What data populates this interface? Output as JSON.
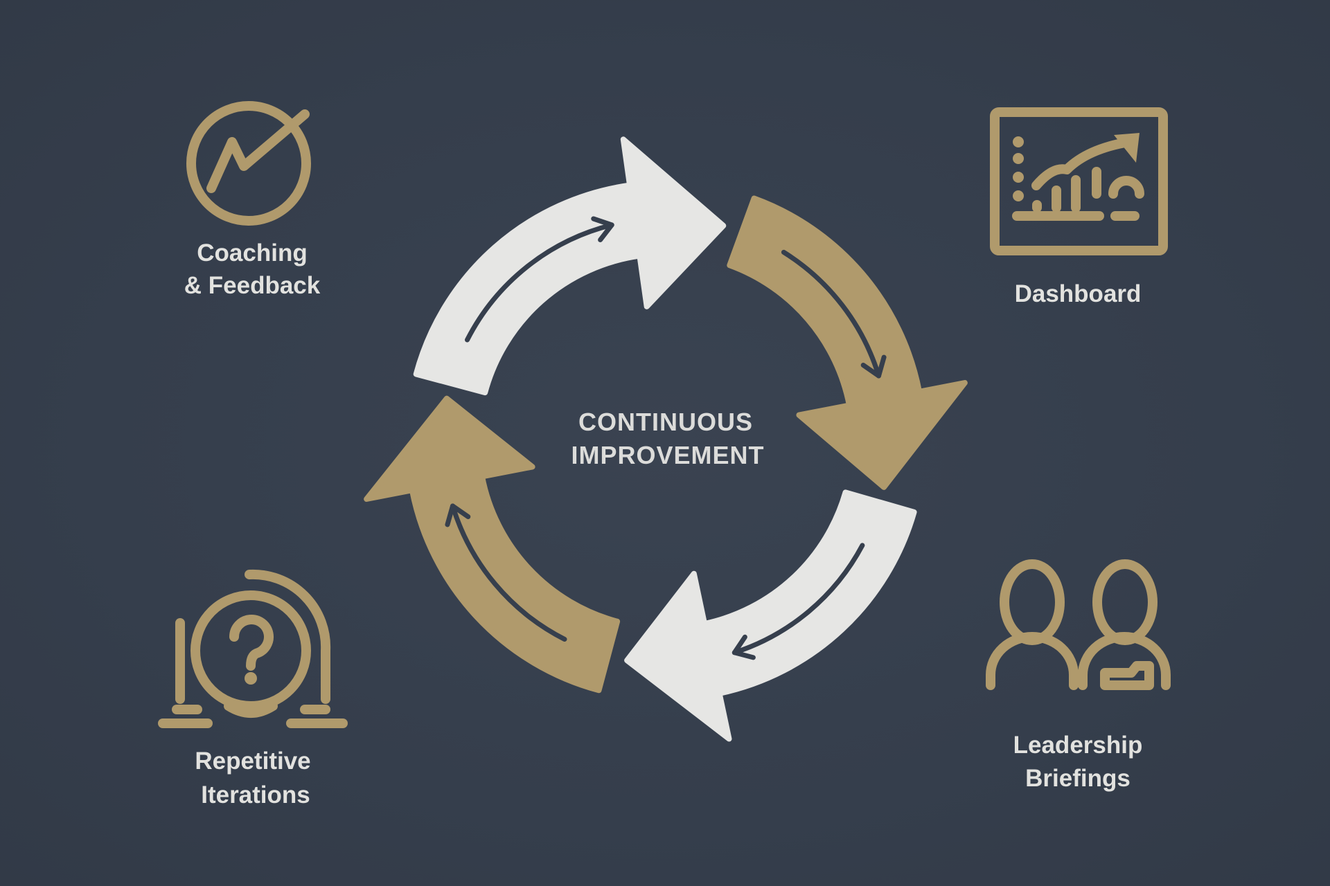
{
  "colors": {
    "background": "#363f4d",
    "gold": "#b09a6c",
    "white": "#e6e6e4",
    "text": "#e2e2df"
  },
  "center": {
    "line1": "CONTINUOUS",
    "line2": "IMPROVEMENT"
  },
  "cycle": [
    {
      "name": "cycle-arrow-top",
      "color": "white"
    },
    {
      "name": "cycle-arrow-right",
      "color": "gold"
    },
    {
      "name": "cycle-arrow-bottom",
      "color": "white"
    },
    {
      "name": "cycle-arrow-left",
      "color": "gold"
    }
  ],
  "items": {
    "coaching": {
      "line1": "Coaching",
      "line2": "& Feedback",
      "icon": "trend-circle-icon"
    },
    "dashboard": {
      "line1": "Dashboard",
      "icon": "dashboard-chart-icon"
    },
    "repetitive": {
      "line1": "Repetitive",
      "line2": "Iterations",
      "icon": "question-loop-icon"
    },
    "leadership": {
      "line1": "Leadership",
      "line2": "Briefings",
      "icon": "people-icon"
    }
  }
}
